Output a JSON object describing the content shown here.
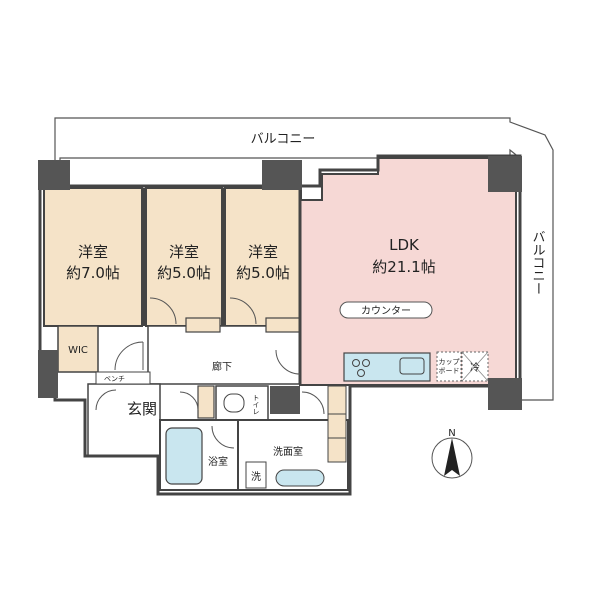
{
  "labels": {
    "balcony_top": "バルコニー",
    "balcony_right": "バルコニー",
    "room1_name": "洋室",
    "room1_size": "約7.0帖",
    "room2_name": "洋室",
    "room2_size": "約5.0帖",
    "room3_name": "洋室",
    "room3_size": "約5.0帖",
    "ldk_name": "LDK",
    "ldk_size": "約21.1帖",
    "counter": "カウンター",
    "wic": "WIC",
    "hallway": "廊下",
    "bench": "ベンチ",
    "entrance": "玄関",
    "toilet": "トイレ",
    "bath": "浴室",
    "washroom": "洗面室",
    "washer": "洗",
    "cupboard_1": "カップ",
    "cupboard_2": "ボード",
    "fridge": "冷",
    "north": "N"
  },
  "colors": {
    "bedroom": "#f5e3c8",
    "ldk": "#f6d8d5",
    "wet": "#c9e6ef",
    "pillar": "#555555",
    "wall": "#444444",
    "floor": "#ffffff"
  }
}
